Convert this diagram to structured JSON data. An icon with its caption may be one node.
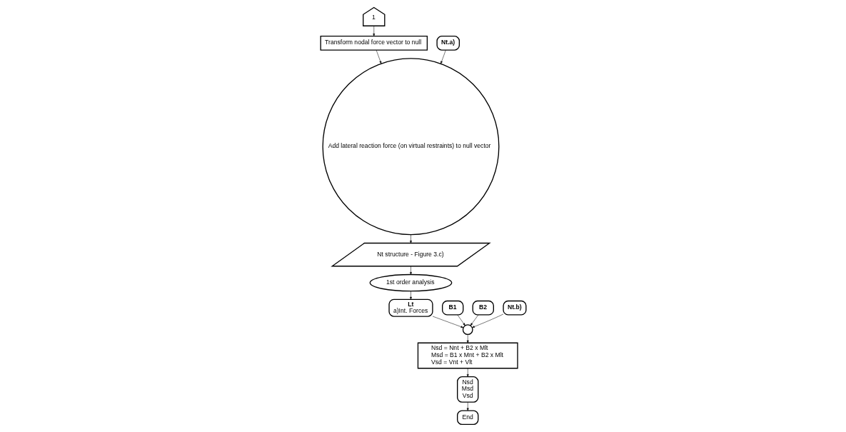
{
  "diagram": {
    "nodes": [
      {
        "text": [
          "1"
        ]
      },
      {
        "text": [
          "Transform nodal force vector to null"
        ]
      },
      {
        "text": [
          "Add lateral reaction force (on virtual restraints) to null vector"
        ]
      },
      {
        "text": [
          "Nt.a)"
        ]
      },
      {
        "text": [
          "Nt structure - Figure 3.c)"
        ]
      },
      {
        "text": [
          "1st order analysis"
        ]
      },
      {
        "text": [
          "Lt",
          "a)Int. Forces"
        ]
      },
      {
        "text": [
          "B1"
        ]
      },
      {
        "text": [
          "B2"
        ]
      },
      {
        "text": [
          "Nt.b)"
        ]
      },
      {
        "text": [],
        "shape": "circle"
      },
      {
        "text": [
          "Nsd = Nnt + B2 x Mlt",
          "Msd = B1 x Mnt + B2 x Mlt",
          "Vsd = Vnt + Vlt"
        ]
      },
      {
        "text": [
          "Nsd",
          "Msd",
          "Vsd"
        ]
      },
      {
        "text": [
          "End"
        ]
      }
    ],
    "edges": [
      {
        "from": 0,
        "to": 1,
        "arrow": "to"
      },
      {
        "from": 1,
        "to": 2,
        "arrow": "to"
      },
      {
        "from": 3,
        "to": 2,
        "arrow": "to"
      },
      {
        "from": 2,
        "to": 4,
        "arrow": "to"
      },
      {
        "from": 4,
        "to": 5,
        "arrow": "to"
      },
      {
        "from": 5,
        "to": 6,
        "arrow": "to"
      },
      {
        "from": 6,
        "to": 10,
        "arrow": "to"
      },
      {
        "from": 7,
        "to": 10,
        "arrow": "to"
      },
      {
        "from": 8,
        "to": 10,
        "arrow": "to"
      },
      {
        "from": 9,
        "to": 10,
        "arrow": "to"
      },
      {
        "from": 10,
        "to": 11,
        "arrow": "to"
      },
      {
        "from": 11,
        "to": 12,
        "arrow": "to"
      },
      {
        "from": 12,
        "to": 13,
        "arrow": "to"
      }
    ]
  }
}
